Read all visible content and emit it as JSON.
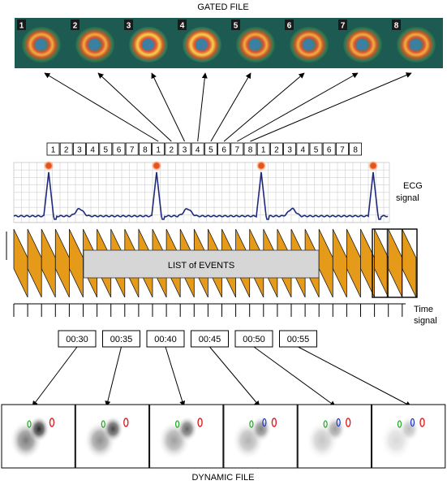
{
  "titles": {
    "gated_file": "GATED FILE",
    "dynamic_file": "DYNAMIC FILE"
  },
  "gated_frames": [
    "1",
    "2",
    "3",
    "4",
    "5",
    "6",
    "7",
    "8"
  ],
  "gate_sequence": [
    "1",
    "2",
    "3",
    "4",
    "5",
    "6",
    "7",
    "8",
    "1",
    "2",
    "3",
    "4",
    "5",
    "6",
    "7",
    "8",
    "1",
    "2",
    "3",
    "4",
    "5",
    "6",
    "7",
    "8"
  ],
  "ecg": {
    "label_line1": "ECG",
    "label_line2": "signal"
  },
  "events": {
    "label": "LIST of EVENTS"
  },
  "time_signal": {
    "label_line1": "Time",
    "label_line2": "signal"
  },
  "time_stamps": [
    "00:30",
    "00:35",
    "00:40",
    "00:45",
    "00:50",
    "00:55"
  ],
  "colors": {
    "event_block": "#E59A1A",
    "event_outline": "#1a1a1a",
    "list_box": "#d6d6d6",
    "ecg_trace": "#1f2a7a",
    "ecg_grid": "#cfcfcf",
    "r_peak_marker": "#e2551f"
  }
}
